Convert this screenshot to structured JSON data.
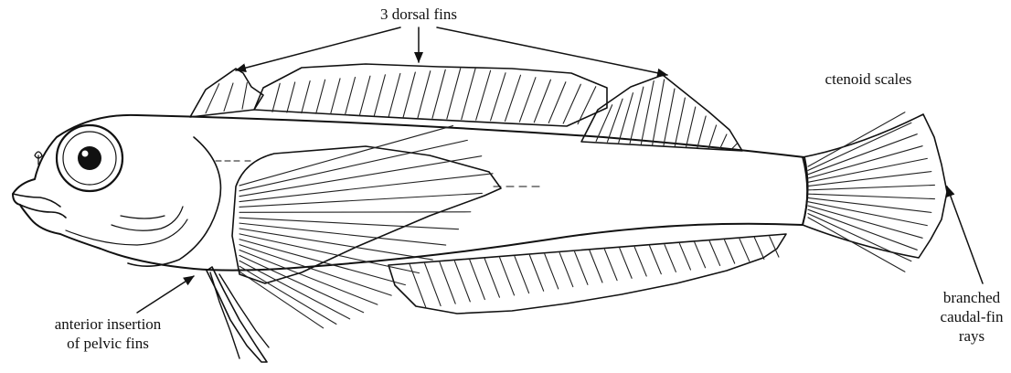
{
  "labels": {
    "dorsal_fins": "3 dorsal fins",
    "ctenoid_scales": "ctenoid scales",
    "pelvic_insertion": [
      "anterior insertion",
      "of pelvic fins"
    ],
    "caudal_rays": [
      "branched",
      "caudal-fin",
      "rays"
    ]
  },
  "fin_ray_counts": {
    "first_dorsal": 3,
    "second_dorsal": 22,
    "third_dorsal": 13,
    "pectoral": 17,
    "anal": 25,
    "caudal": 14,
    "pelvic": 2
  },
  "colors": {
    "ink": "#111111",
    "background": "#ffffff"
  }
}
